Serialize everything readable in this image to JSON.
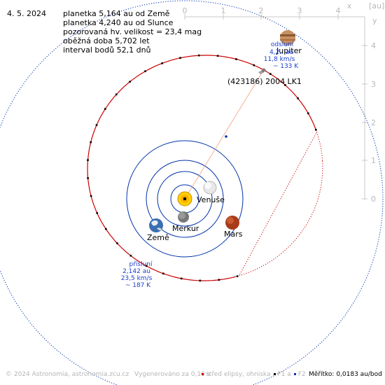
{
  "header": {
    "date": "4. 5. 2024",
    "lines": [
      "planetka 5,164 au od Země",
      "planetka 4,240 au od Slunce",
      "pozorovaná hv. velikost = 23,4 mag",
      "oběžná doba 5,702 let",
      "interval bodů 52,1 dnů"
    ]
  },
  "axes": {
    "x_ticks": [
      "0",
      "1",
      "2",
      "3",
      "4"
    ],
    "y_ticks": [
      "4",
      "3",
      "2",
      "1",
      "0"
    ],
    "x_label": "x",
    "y_label": "y",
    "unit_label": "[au]"
  },
  "asteroid": {
    "label": "(423186) 2004 LK1"
  },
  "aphelion": {
    "lines": [
      "odsluní",
      "4,2.. au",
      "11,8 km/s",
      "~ 133 K"
    ]
  },
  "perihelion": {
    "lines": [
      "přísluní",
      "2,142 au",
      "23,5 km/s",
      "~ 187 K"
    ]
  },
  "planets": {
    "mercury": "Merkur",
    "venus": "Venuše",
    "earth": "Země",
    "mars": "Mars",
    "jupiter": "Jupiter"
  },
  "footer": {
    "copyright": "© 2024 Astronomia, astronomia.zcu.cz",
    "generated": "Vygenerováno za 0,10 s",
    "ellipse_center": "střed elipsy, ohniska",
    "f1": "F1 a",
    "f2": "F2",
    "scale": "Měřítko: 0,0183 au/bod"
  },
  "colors": {
    "asteroid_orbit": "#cc0000",
    "planet_orbit": "#0033aa",
    "axis": "#c8c8c8",
    "label_blue": "#1a3fcc"
  }
}
